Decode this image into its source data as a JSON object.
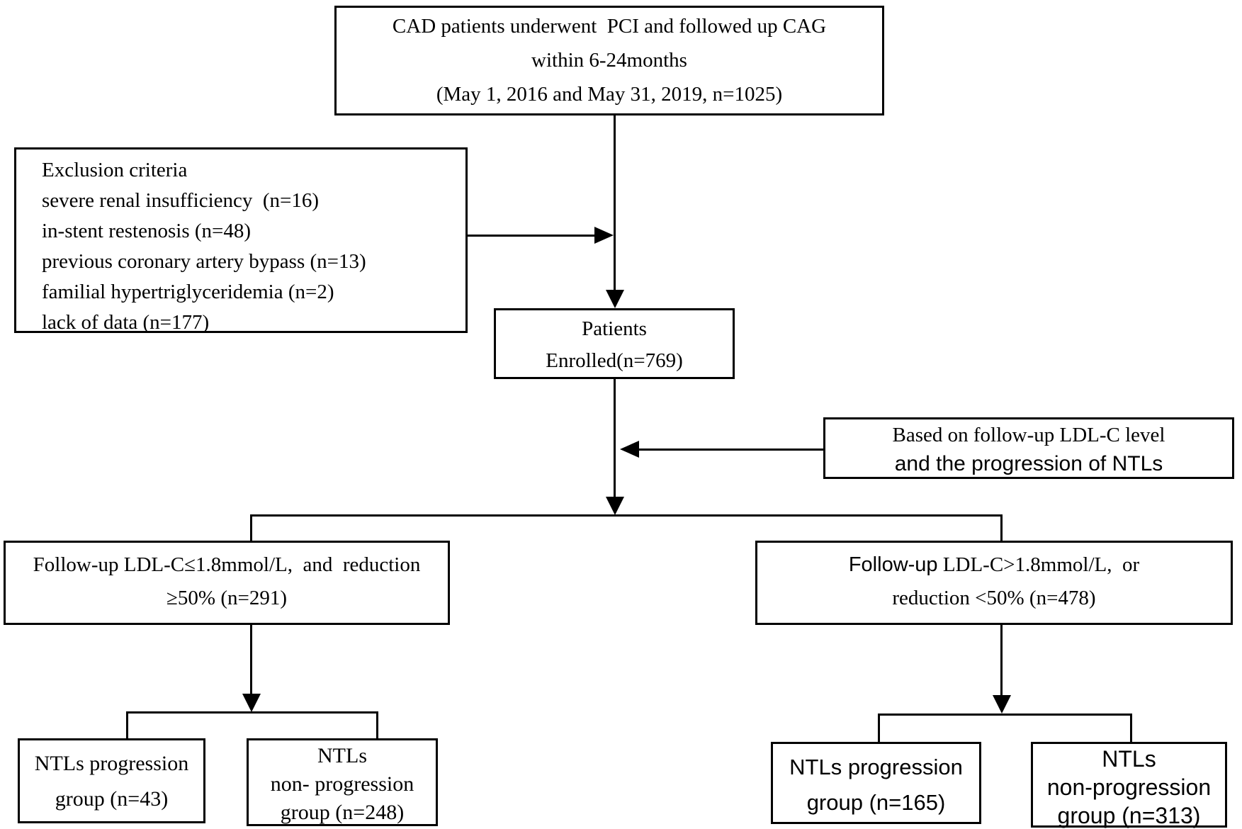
{
  "diagram": {
    "top_box": {
      "lines": [
        "CAD patients underwent  PCI and followed up CAG",
        "within 6-24months",
        "(May 1, 2016 and May 31, 2019, n=1025)"
      ]
    },
    "exclusion_box": {
      "lines": [
        "Exclusion criteria",
        "severe renal insufficiency  (n=16)",
        "in-stent restenosis (n=48)",
        "previous coronary artery bypass (n=13)",
        "familial hypertriglyceridemia (n=2)",
        "lack of data (n=177)"
      ]
    },
    "enrolled_box": {
      "lines": [
        "Patients",
        "Enrolled(n=769)"
      ]
    },
    "criteria_box": {
      "lines": [
        "Based on follow-up LDL-C level",
        "and the progression of NTLs"
      ]
    },
    "left_branch_box": {
      "lines": [
        "Follow-up LDL-C≤1.8mmol/L,  and  reduction",
        "≥50% (n=291)"
      ]
    },
    "right_branch_box": {
      "line1_word1": "Follow-up",
      "line1_rest": " LDL-C>1.8mmol/L,  or",
      "line2": "reduction <50% (n=478)"
    },
    "left_prog_box": {
      "lines": [
        "NTLs progression",
        "group (n=43)"
      ]
    },
    "left_nonprog_box": {
      "lines": [
        "NTLs",
        "non- progression",
        "group (n=248)"
      ]
    },
    "right_prog_box": {
      "lines": [
        "NTLs progression",
        "group (n=165)"
      ]
    },
    "right_nonprog_box": {
      "lines": [
        "NTLs",
        "non-progression",
        "group (n=313)"
      ]
    }
  }
}
